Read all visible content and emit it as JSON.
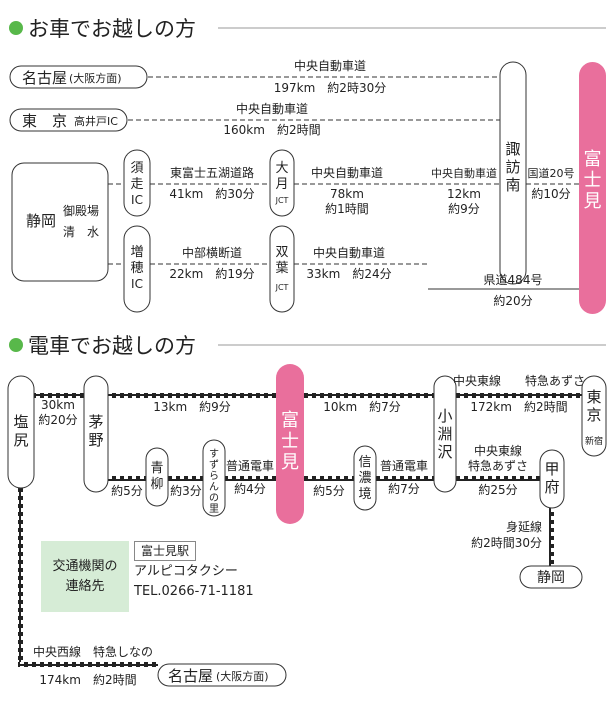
{
  "car": {
    "title": "お車でお越しの方",
    "nagoya_label": "名古屋",
    "nagoya_sub": "(大阪方面)",
    "nagoya_road": "中央自動車道",
    "nagoya_dist": "197km　約2時30分",
    "tokyo_label": "東　京",
    "tokyo_sub": "高井戸IC",
    "tokyo_road": "中央自動車道",
    "tokyo_dist": "160km　約2時間",
    "suwa": [
      "諏",
      "訪",
      "南"
    ],
    "fujimi": [
      "富",
      "士",
      "見"
    ],
    "shizuoka_label": "静岡",
    "shizuoka_sub1": "御殿場",
    "shizuoka_sub2": "清　水",
    "susono": [
      "須",
      "走",
      "IC"
    ],
    "masuho": [
      "増",
      "穂",
      "IC"
    ],
    "otsuki": [
      "大",
      "月",
      "JCT"
    ],
    "futaba": [
      "双",
      "葉",
      "JCT"
    ],
    "r1_road1": "東富士五湖道路",
    "r1_dist1": "41km　約30分",
    "r1_road2": "中央自動車道",
    "r1_dist2a": "78km",
    "r1_dist2b": "約1時間",
    "r1_road3": "中央自動車道",
    "r1_dist3a": "12km",
    "r1_dist3b": "約9分",
    "r1_road4": "国道20号",
    "r1_dist4": "約10分",
    "r2_road1": "中部横断道",
    "r2_dist1": "22km　約19分",
    "r2_road2": "中央自動車道",
    "r2_dist2": "33km　約24分",
    "pref_road": "県道484号",
    "pref_dist": "約20分"
  },
  "train": {
    "title": "電車でお越しの方",
    "shiojiri": [
      "塩",
      "尻"
    ],
    "chino": [
      "茅",
      "野"
    ],
    "fujimi": [
      "富",
      "士",
      "見"
    ],
    "kobuchizawa": [
      "小",
      "淵",
      "沢"
    ],
    "tokyo": [
      "東",
      "京"
    ],
    "tokyo_sub": "新宿",
    "kofu": [
      "甲",
      "府"
    ],
    "aoyagi": [
      "青",
      "柳"
    ],
    "suzuran": [
      "す",
      "ず",
      "ら",
      "ん",
      "の",
      "里"
    ],
    "shinanosakai": [
      "信",
      "濃",
      "境"
    ],
    "shizuoka": "静岡",
    "nagoya": "名古屋",
    "nagoya_sub": "(大阪方面)",
    "shio_chino_a": "30km",
    "shio_chino_b": "約20分",
    "chino_fujimi": "13km　約9分",
    "fujimi_kobu": "10km　約7分",
    "kobu_tokyo_line": "中央東線　　特急あずさ",
    "kobu_tokyo_dist": "172km　約2時間",
    "kofu_line1": "中央東線",
    "kofu_line2": "特急あずさ",
    "kofu_dist": "約25分",
    "chino_aoyagi": "約5分",
    "aoyagi_suzuran": "約3分",
    "local1": "普通電車",
    "local1_dist": "約4分",
    "fujimi_shinano": "約5分",
    "local2": "普通電車",
    "local2_dist": "約7分",
    "minobu_line": "身延線",
    "minobu_dist": "約2時間30分",
    "nagoya_line": "中央西線　特急しなの",
    "nagoya_dist": "174km　約2時間"
  },
  "contact": {
    "label_line1": "交通機関の",
    "label_line2": "連絡先",
    "station": "富士見駅",
    "company": "アルピコタクシー",
    "tel": "TEL.0266-71-1181"
  },
  "colors": {
    "pink": "#e96f9c",
    "green": "#58b84a",
    "mint": "#d6ecd6"
  }
}
